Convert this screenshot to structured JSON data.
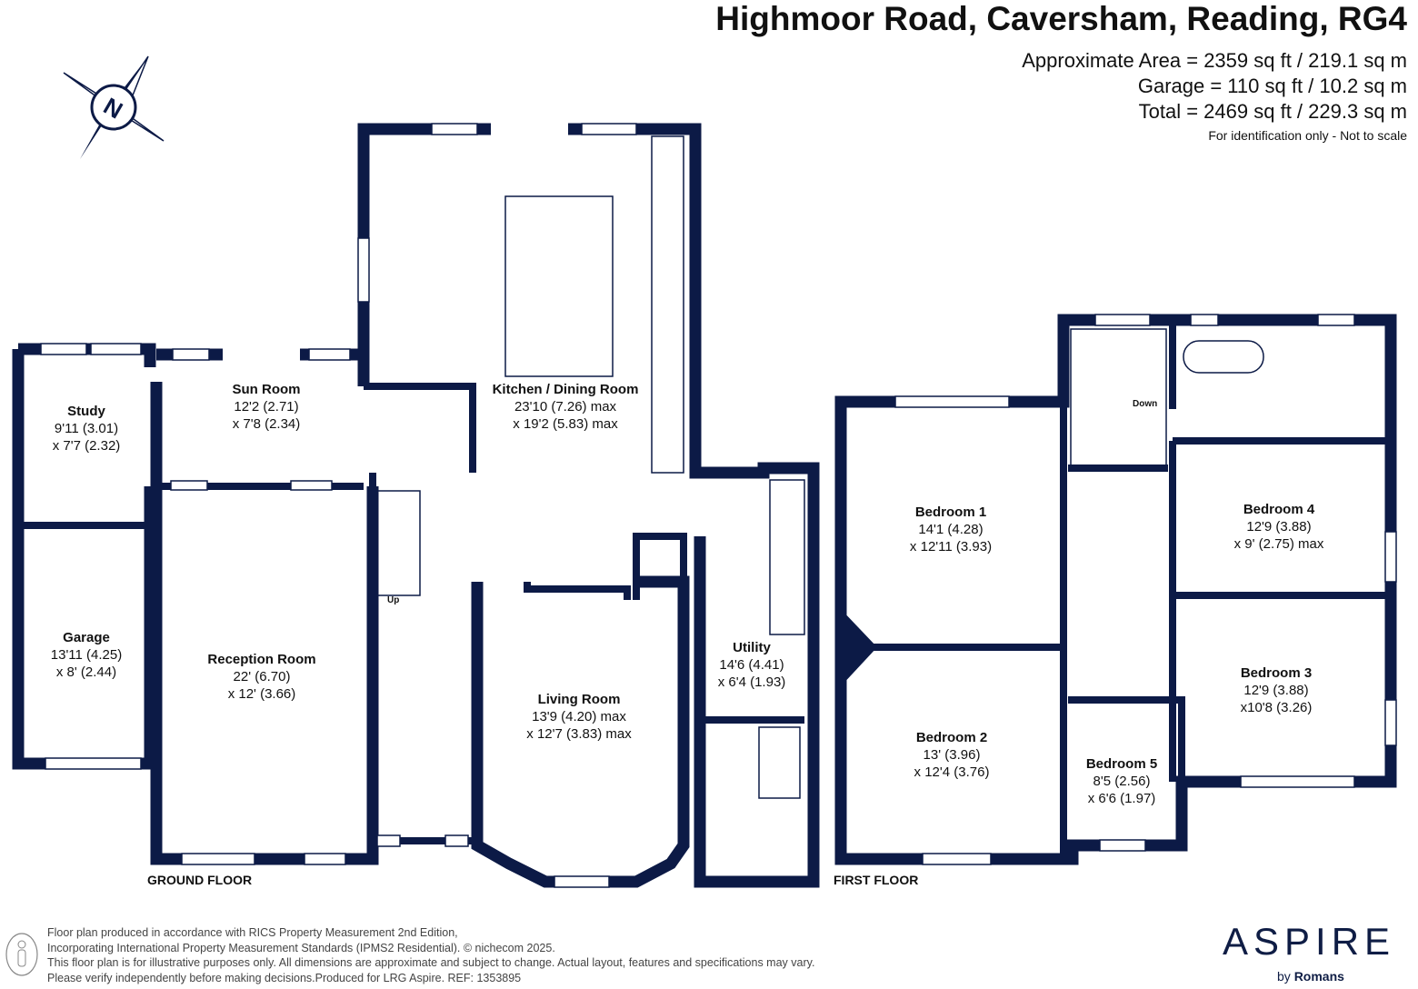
{
  "header": {
    "title": "Highmoor Road, Caversham, Reading, RG4",
    "approx_area": "Approximate Area = 2359 sq ft / 219.1 sq m",
    "garage_area": "Garage = 110 sq ft / 10.2 sq m",
    "total_area": "Total = 2469 sq ft / 229.3 sq m",
    "note": "For identification only - Not to scale"
  },
  "compass": {
    "label": "N"
  },
  "ground_floor": {
    "label": "GROUND FLOOR",
    "stairs_label": "Up",
    "rooms": [
      {
        "name": "Study",
        "dim1": "9'11 (3.01)",
        "dim2": "x 7'7 (2.32)"
      },
      {
        "name": "Sun Room",
        "dim1": "12'2 (2.71)",
        "dim2": "x 7'8 (2.34)"
      },
      {
        "name": "Kitchen / Dining Room",
        "dim1": "23'10 (7.26) max",
        "dim2": "x 19'2 (5.83) max"
      },
      {
        "name": "Garage",
        "dim1": "13'11 (4.25)",
        "dim2": "x 8' (2.44)"
      },
      {
        "name": "Reception Room",
        "dim1": "22' (6.70)",
        "dim2": "x 12' (3.66)"
      },
      {
        "name": "Living Room",
        "dim1": "13'9 (4.20) max",
        "dim2": "x 12'7 (3.83) max"
      },
      {
        "name": "Utility",
        "dim1": "14'6 (4.41)",
        "dim2": "x 6'4 (1.93)"
      }
    ]
  },
  "first_floor": {
    "label": "FIRST FLOOR",
    "stairs_label": "Down",
    "rooms": [
      {
        "name": "Bedroom 1",
        "dim1": "14'1 (4.28)",
        "dim2": "x 12'11 (3.93)"
      },
      {
        "name": "Bedroom 4",
        "dim1": "12'9 (3.88)",
        "dim2": "x 9' (2.75) max"
      },
      {
        "name": "Bedroom 3",
        "dim1": "12'9 (3.88)",
        "dim2": "x10'8 (3.26)"
      },
      {
        "name": "Bedroom 2",
        "dim1": "13' (3.96)",
        "dim2": "x 12'4 (3.76)"
      },
      {
        "name": "Bedroom 5",
        "dim1": "8'5 (2.56)",
        "dim2": "x 6'6 (1.97)"
      }
    ]
  },
  "footer": {
    "lines": [
      "Floor plan produced in accordance with RICS Property Measurement 2nd Edition,",
      "Incorporating International Property Measurement Standards (IPMS2 Residential).   © nichecom 2025.",
      "This floor plan is for illustrative purposes only. All dimensions are approximate and subject to change. Actual layout, features and specifications may vary.",
      "Please verify independently before making decisions.Produced for LRG Aspire.    REF:  1353895"
    ],
    "brand": "ASPIRE",
    "brand_by": "by",
    "brand_sub": "Romans"
  },
  "colors": {
    "wall": "#0c1a46",
    "text": "#111111",
    "footer": "#444444"
  }
}
